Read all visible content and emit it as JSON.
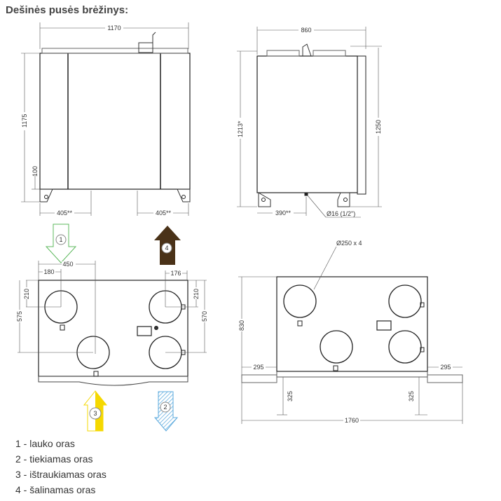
{
  "title": "Dešinės pusės brėžinys:",
  "front_view": {
    "width": "1170",
    "height": "1175",
    "foot": "100",
    "left_offset": "405**",
    "right_offset": "405**"
  },
  "side_view": {
    "width": "860",
    "height_left": "1213*",
    "height_right": "1250",
    "drain_offset": "390**",
    "drain": "Ø16 (1/2\")"
  },
  "plan_left": {
    "d450": "450",
    "d180": "180",
    "d176": "176",
    "d210_left": "210",
    "d210_right": "210",
    "d575": "575",
    "d570": "570"
  },
  "plan_right": {
    "ducts": "Ø250 x 4",
    "d830": "830",
    "d295_left": "295",
    "d295_right": "295",
    "d325_left": "325",
    "d325_right": "325",
    "d1760": "1760"
  },
  "arrows": [
    {
      "num": "1",
      "color": "#5cb85c"
    },
    {
      "num": "2",
      "color": "#5aa9dd"
    },
    {
      "num": "3",
      "color": "#f5d800"
    },
    {
      "num": "4",
      "color": "#4a3218"
    }
  ],
  "legend": [
    "1 - lauko oras",
    "2 - tiekiamas oras",
    "3 - ištraukiamas oras",
    "4 - šalinamas oras"
  ]
}
